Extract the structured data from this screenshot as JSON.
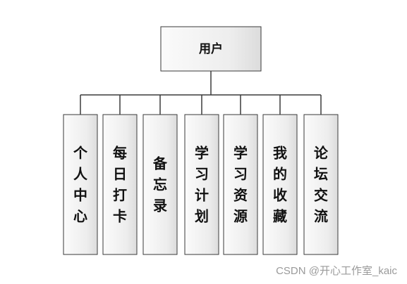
{
  "root": {
    "label": "用户"
  },
  "children": [
    {
      "label": "个人中心"
    },
    {
      "label": "每日打卡"
    },
    {
      "label": "备忘录"
    },
    {
      "label": "学习计划"
    },
    {
      "label": "学习资源"
    },
    {
      "label": "我的收藏"
    },
    {
      "label": "论坛交流"
    }
  ],
  "watermark": "CSDN @开心工作室_kaic"
}
